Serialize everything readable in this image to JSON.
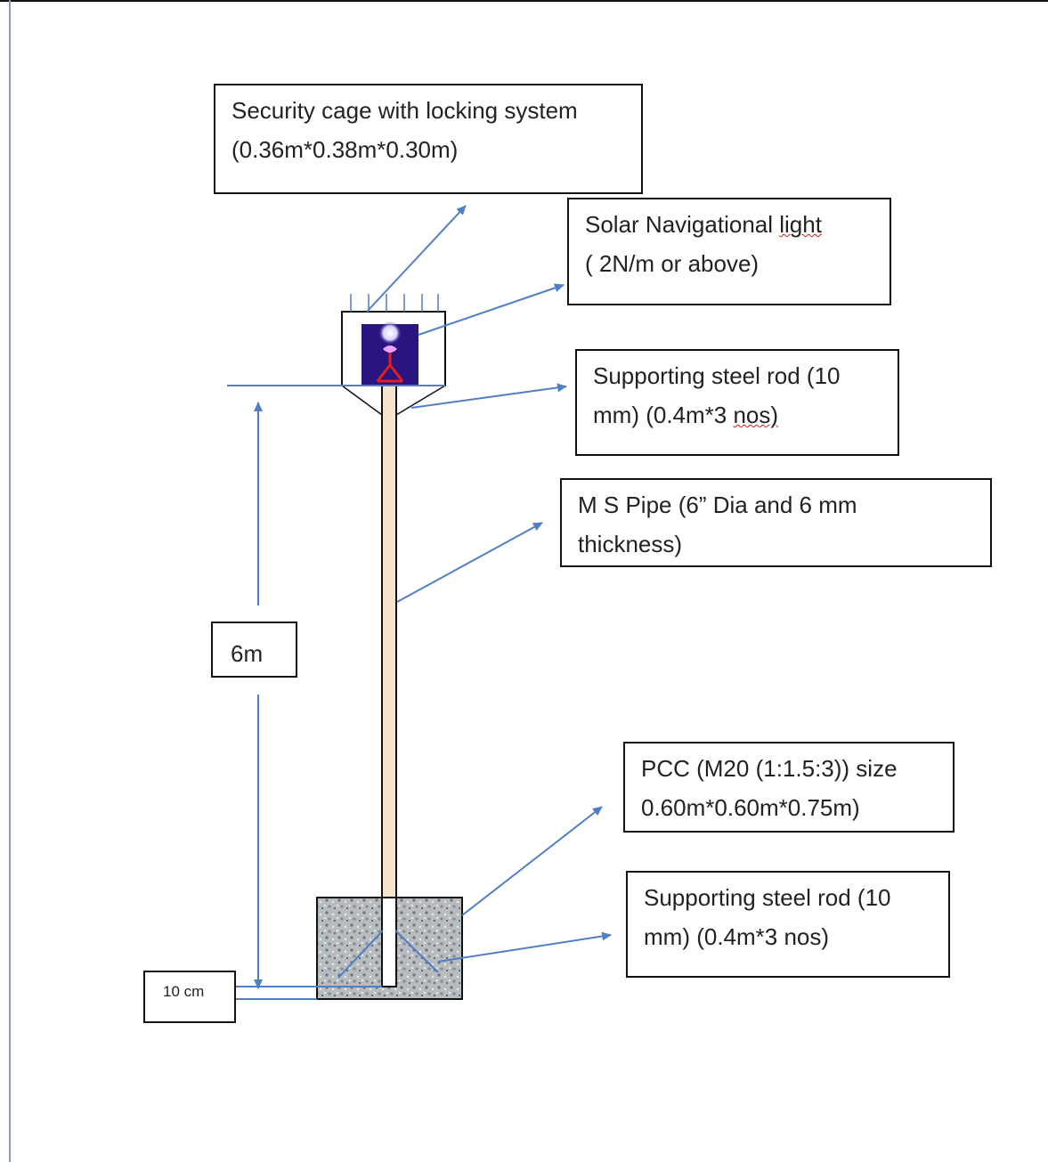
{
  "labels": {
    "security_cage": {
      "line1": "Security cage with locking system",
      "line2": "(0.36m*0.38m*0.30m)"
    },
    "solar_light": {
      "line1_pre": "Solar Navigational ",
      "line1_squiggle": "light",
      "line2": "( 2N/m or above)"
    },
    "steel_rod_top": {
      "line1": "Supporting steel rod (10",
      "line2_pre": "mm) (0.4m*3 ",
      "line2_squiggle": "nos)"
    },
    "ms_pipe": {
      "line1": "M S Pipe (6” Dia and 6 mm",
      "line2": "thickness)"
    },
    "pcc": {
      "line1": "PCC (M20 (1:1.5:3)) size",
      "line2": "0.60m*0.60m*0.75m)"
    },
    "steel_rod_bottom": {
      "line1": "Supporting steel rod (10",
      "line2": "mm) (0.4m*3 nos)"
    }
  },
  "dimensions": {
    "height": "6m",
    "ground_offset": "10 cm"
  },
  "colors": {
    "arrow": "#4f7fc6",
    "outline": "#111111",
    "pipe_fill": "#f7e4cf",
    "lamp_bg": "#2a1580",
    "lamp_flame": "#e02020",
    "concrete": "#9aa0a6",
    "spellcheck": "#d02020"
  }
}
